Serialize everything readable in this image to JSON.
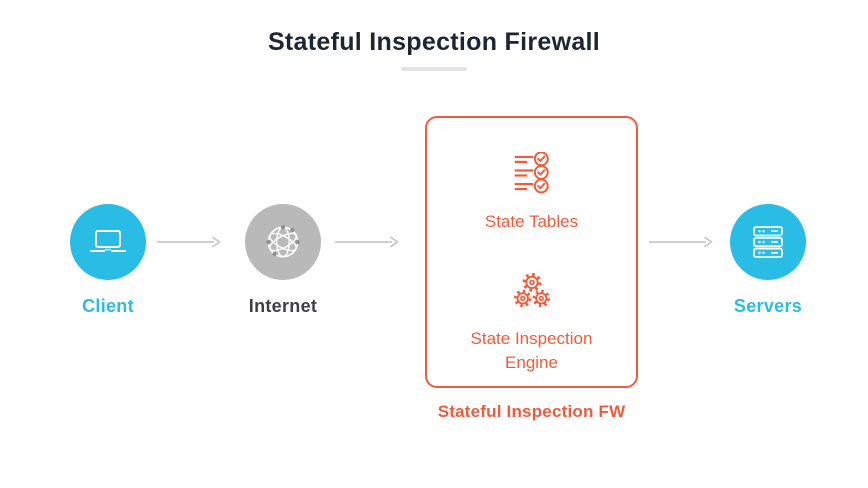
{
  "title": "Stateful Inspection Firewall",
  "nodes": {
    "client": {
      "label": "Client"
    },
    "internet": {
      "label": "Internet"
    },
    "servers": {
      "label": "Servers"
    }
  },
  "firewall": {
    "state_tables_label": "State Tables",
    "engine_label": "State Inspection Engine",
    "caption": "Stateful Inspection FW"
  },
  "icons": {
    "client": "laptop-icon",
    "internet": "globe-network-icon",
    "state_tables": "checklist-icon",
    "engine": "gears-icon",
    "servers": "server-stack-icon"
  },
  "colors": {
    "accent_cyan": "#29bde5",
    "accent_orange": "#f15b3b",
    "neutral_gray": "#b9b9b9",
    "arrow_gray": "#c9c9c9",
    "title_dark": "#1d2433"
  }
}
